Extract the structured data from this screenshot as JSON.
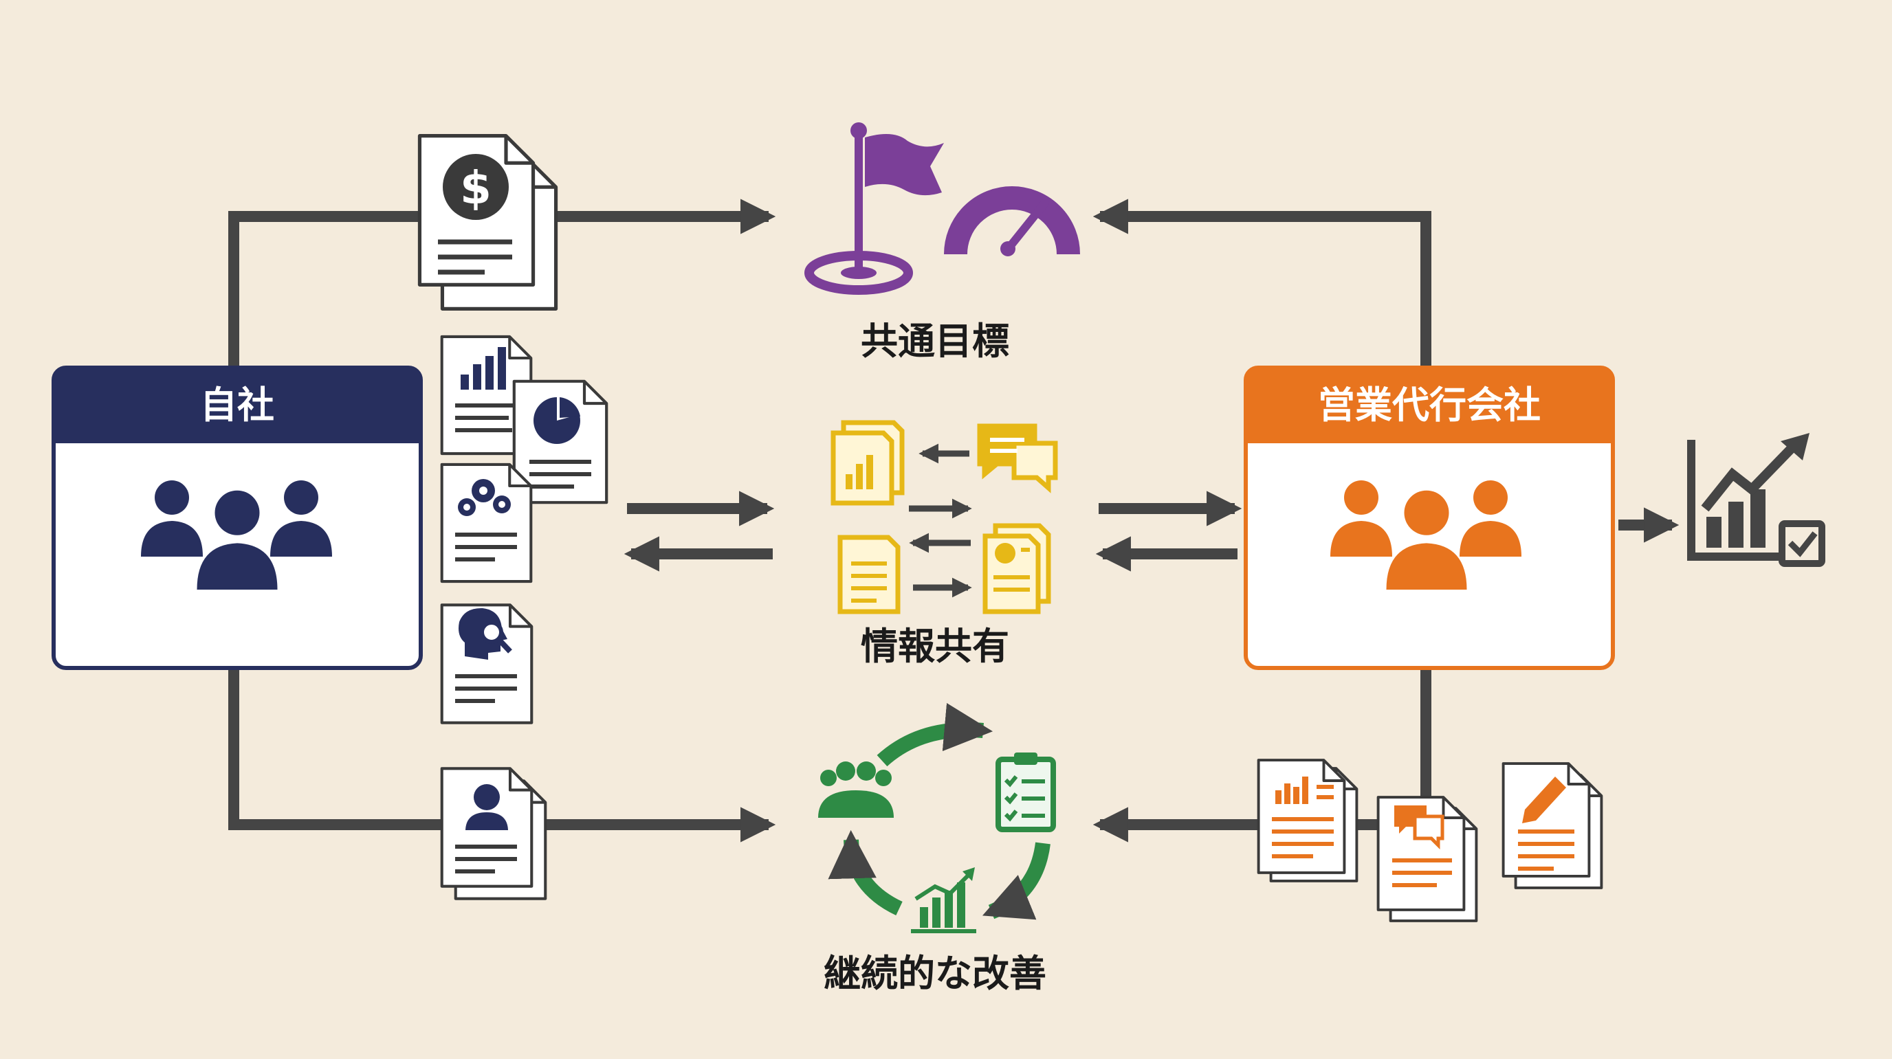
{
  "own_company": {
    "label": "自社",
    "color": "#272f5e"
  },
  "agency": {
    "label": "営業代行会社",
    "color": "#e8741e"
  },
  "hubs": {
    "goal": {
      "label": "共通目標",
      "color": "#7b3f98"
    },
    "info": {
      "label": "情報共有",
      "color": "#e6b817"
    },
    "improve": {
      "label": "継続的な改善",
      "color": "#2e8b45"
    }
  },
  "colors": {
    "arrow": "#454545",
    "doc_outline": "#3a3a3a",
    "background": "#f4ebdc"
  },
  "icons": [
    "user-group-icon",
    "dollar-document-icon",
    "bar-chart-document-icon",
    "pie-chart-document-icon",
    "gears-document-icon",
    "search-profile-document-icon",
    "person-document-icon",
    "flag-target-icon",
    "gauge-icon",
    "chat-bubbles-icon",
    "cycle-arrows-icon",
    "team-icon",
    "checklist-icon",
    "growth-chart-icon",
    "chart-checkmark-icon",
    "pencil-document-icon"
  ]
}
